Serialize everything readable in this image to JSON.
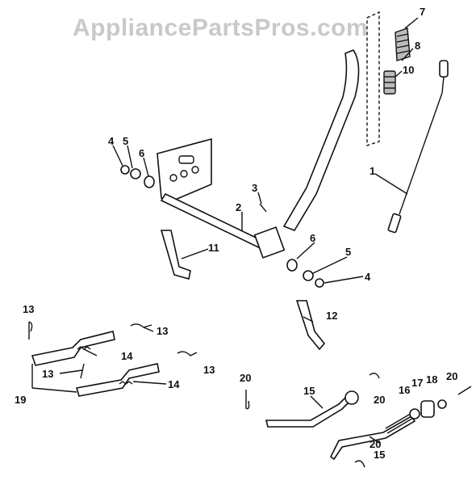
{
  "watermark": "AppliancePartsPros.com",
  "callouts": [
    "1",
    "2",
    "3",
    "4",
    "5",
    "6",
    "7",
    "8",
    "10",
    "11",
    "12",
    "13",
    "14",
    "15",
    "16",
    "17",
    "18",
    "19",
    "20"
  ]
}
